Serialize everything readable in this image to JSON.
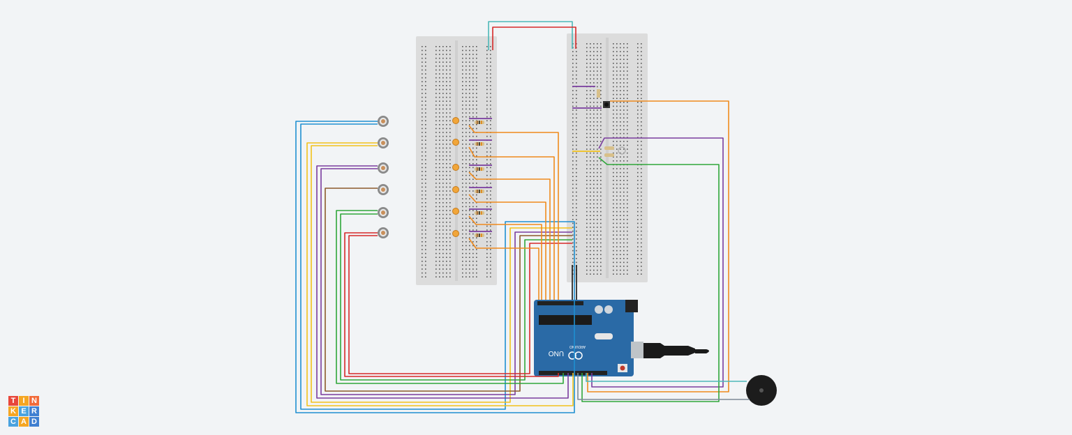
{
  "logo": {
    "letters": [
      "T",
      "I",
      "N",
      "K",
      "E",
      "R",
      "C",
      "A",
      "D"
    ]
  },
  "arduino": {
    "brand_text": "ARDUINO",
    "model_text": "UNO"
  },
  "colors": {
    "background": "#f2f4f6",
    "breadboard": "#dcdcdc",
    "arduino": "#2a6aa6",
    "wire_blue": "#1f8fd0",
    "wire_yellow": "#f2c21b",
    "wire_purple": "#7a3c9e",
    "wire_brown": "#8b5a2b",
    "wire_green": "#2fa63a",
    "wire_red": "#d62828",
    "wire_orange": "#ef8a1c",
    "wire_teal": "#4cb8b8"
  }
}
